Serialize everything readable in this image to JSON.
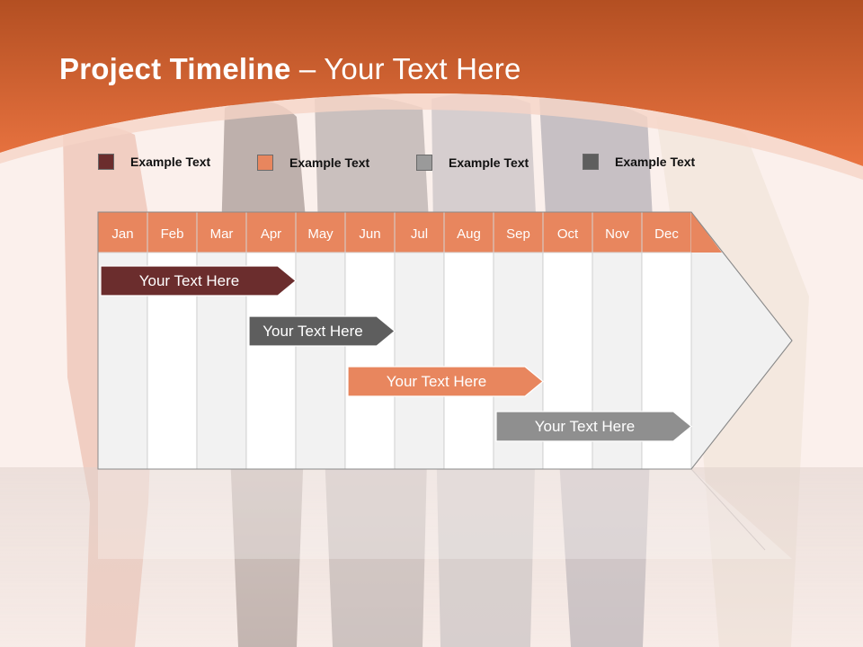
{
  "title": {
    "bold": "Project Timeline",
    "rest": " – Your Text Here"
  },
  "legend": [
    {
      "label": "Example Text",
      "color": "#6b2d2d"
    },
    {
      "label": "Example Text",
      "color": "#e8865e"
    },
    {
      "label": "Example Text",
      "color": "#9a9a9a"
    },
    {
      "label": "Example Text",
      "color": "#5e5e5e"
    }
  ],
  "months": [
    "Jan",
    "Feb",
    "Mar",
    "Apr",
    "May",
    "Jun",
    "Jul",
    "Aug",
    "Sep",
    "Oct",
    "Nov",
    "Dec"
  ],
  "tasks": [
    {
      "label": "Your  Text Here",
      "color": "#6b2d2d",
      "start_month": "Jan",
      "end_month": "Apr"
    },
    {
      "label": "Your  Text Here",
      "color": "#5e5e5e",
      "start_month": "Apr",
      "end_month": "Jun"
    },
    {
      "label": "Your  Text Here",
      "color": "#e8865e",
      "start_month": "Jun",
      "end_month": "Sep"
    },
    {
      "label": "Your  Text Here",
      "color": "#8f8f8f",
      "start_month": "Sep",
      "end_month": "Dec"
    }
  ],
  "colors": {
    "header_band": "#e36e3a",
    "month_header": "#e8865e",
    "background": "#fbf0ec"
  }
}
